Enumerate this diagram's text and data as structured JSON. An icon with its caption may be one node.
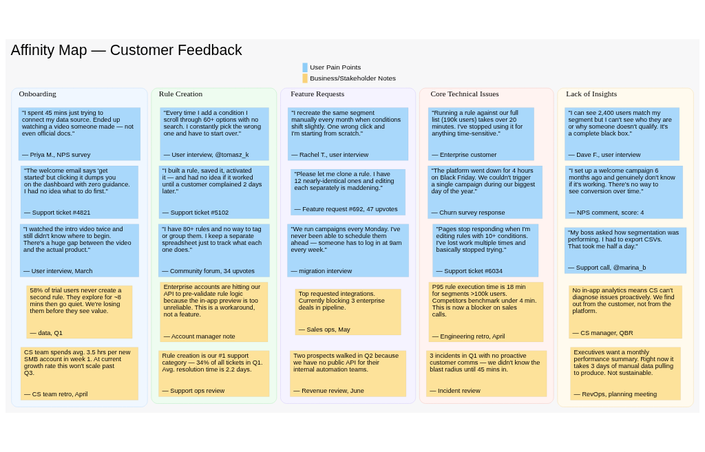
{
  "diagram": {
    "title": "Affinity Map — Customer Feedback",
    "nodes": [
      {
        "text": [
          "Onboarding"
        ]
      },
      {
        "text": [
          "\"I spent 45 mins just trying to connect my data source. Ended up watching a video someone made — not even official docs.\"",
          "— Priya M., NPS survey"
        ],
        "in": 0
      },
      {
        "text": [
          "\"The welcome email says 'get started' but clicking it dumps you on the dashboard with zero guidance. I had no idea what to do first.\"",
          "— Support ticket #4821"
        ],
        "in": 0
      },
      {
        "text": [
          "\"I watched the intro video twice and still didn't know where to begin. There's a huge gap between the video and the actual product.\"",
          "— User interview, March"
        ],
        "in": 0
      },
      {
        "text": [
          "58% of trial users never create a second rule. They explore for ~8 mins then go quiet. We're losing them before they see value.",
          "— data, Q1"
        ],
        "in": 0
      },
      {
        "text": [
          "CS team spends avg. 3.5 hrs per new SMB account in week 1. At current growth rate this won't scale past Q3.",
          "— CS team retro, April"
        ],
        "in": 0
      },
      {
        "text": [
          "Rule Creation"
        ]
      },
      {
        "text": [
          "\"Every time I add a condition I scroll through 60+ options with no search. I constantly pick the wrong one and have to start over.\"",
          "— User interview, @tomasz_k"
        ],
        "in": 6
      },
      {
        "text": [
          "\"I built a rule, saved it, activated it — and had no idea if it worked until a customer complained 2 days later.\"",
          "— Support ticket #5102"
        ],
        "in": 6
      },
      {
        "text": [
          "\"I have 80+ rules and no way to tag or group them. I keep a separate spreadsheet just to track what each one does.\"",
          "— Community forum, 34 upvotes"
        ],
        "in": 6
      },
      {
        "text": [
          "Enterprise accounts are hitting our API to pre-validate rule logic because the in-app preview is too unreliable. This is a workaround, not a feature.",
          "— Account manager note"
        ],
        "in": 6
      },
      {
        "text": [
          "Rule creation is our #1 support category — 34% of all tickets in Q1. Avg. resolution time is 2.2 days.",
          "— Support ops review"
        ],
        "in": 6
      },
      {
        "text": [
          "Feature Requests"
        ]
      },
      {
        "text": [
          "\"I recreate the same segment manually every month when conditions shift slightly. One wrong click and I'm starting from scratch.\"",
          "— Rachel T., user interview"
        ],
        "in": 12
      },
      {
        "text": [
          "\"Please let me clone a rule. I have 12 nearly-identical ones and editing each separately is maddening.\"",
          "— Feature request #692, 47 upvotes"
        ],
        "in": 12
      },
      {
        "text": [
          "\"We run campaigns every Monday. I've never been able to schedule them ahead — someone has to log in at 9am every week.\"",
          "— migration interview"
        ],
        "in": 12
      },
      {
        "text": [
          "Top requested integrations. Currently blocking 3 enterprise deals in pipeline.",
          "— Sales ops, May"
        ],
        "in": 12
      },
      {
        "text": [
          "Two prospects walked in Q2 because we have no public API for their internal automation teams.",
          "— Revenue review, June"
        ],
        "in": 12
      },
      {
        "text": [
          "Core Technical Issues"
        ]
      },
      {
        "text": [
          "\"Running a rule against our full list (190k users) takes over 20 minutes. I've stopped using it for anything time-sensitive.\"",
          "— Enterprise customer"
        ],
        "in": 18
      },
      {
        "text": [
          "\"The platform went down for 4 hours on Black Friday. We couldn't trigger a single campaign during our biggest day of the year.\"",
          "— Churn survey response"
        ],
        "in": 18
      },
      {
        "text": [
          "\"Pages stop responding when I'm editing rules with 10+ conditions. I've lost work multiple times and basically stopped trying.\"",
          "— Support ticket #6034"
        ],
        "in": 18
      },
      {
        "text": [
          "P95 rule execution time is 18 min for segments >100k users. Competitors benchmark under 4 min. This is now a blocker on sales calls.",
          "— Engineering retro, April"
        ],
        "in": 18
      },
      {
        "text": [
          "3 incidents in Q1 with no proactive customer comms — we didn't know the blast radius until 45 mins in.",
          "— Incident review"
        ],
        "in": 18
      },
      {
        "text": [
          "Lack of Insights"
        ]
      },
      {
        "text": [
          "\"I can see 2,400 users match my segment but I can't see who they are or why someone doesn't qualify. It's a complete black box.\"",
          "— Dave F., user interview"
        ],
        "in": 24
      },
      {
        "text": [
          "\"I set up a welcome campaign 6 months ago and genuinely don't know if it's working. There's no way to see conversion over time.\"",
          "— NPS comment, score: 4"
        ],
        "in": 24
      },
      {
        "text": [
          "\"My boss asked how segmentation was performing. I had to export CSVs. That took me half a day.\"",
          "— Support call, @marina_b"
        ],
        "in": 24
      },
      {
        "text": [
          "No in-app analytics means CS can't diagnose issues proactively. We find out from the customer, not from the platform.",
          "— CS manager, QBR"
        ],
        "in": 24
      },
      {
        "text": [
          "Executives want a monthly performance summary. Right now it takes 3 days of manual data pulling to produce. Not sustainable.",
          "— RevOps, planning meeting"
        ],
        "in": 24
      }
    ],
    "edges": [],
    "legend": [
      {
        "text": "User Pain Points",
        "color": "#8ecdf7"
      },
      {
        "text": "Business/Stakeholder Notes",
        "color": "#f9d27a"
      }
    ]
  }
}
